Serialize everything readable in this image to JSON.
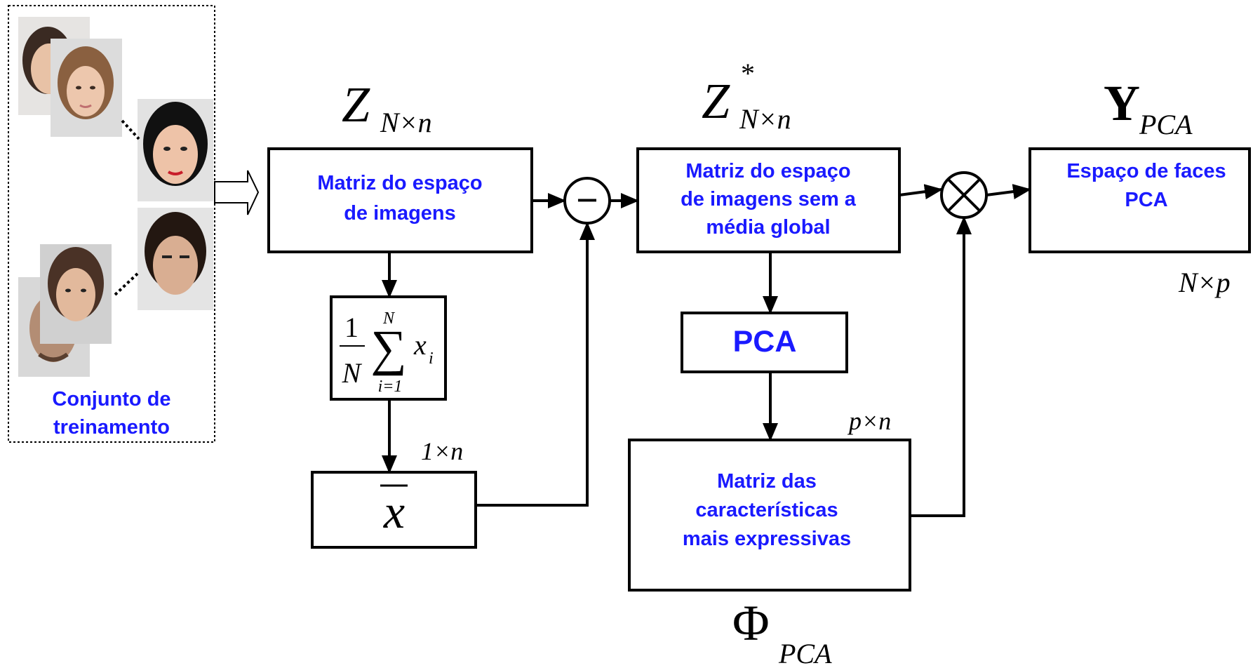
{
  "training_set": {
    "label_line1": "Conjunto de",
    "label_line2": "treinamento",
    "faces": [
      "face-photo",
      "face-photo",
      "face-photo",
      "face-photo",
      "face-photo",
      "face-photo"
    ]
  },
  "nodes": {
    "image_matrix": {
      "symbol": "Z",
      "subscript": "N×n",
      "label_line1": "Matriz do espaço",
      "label_line2": "de imagens"
    },
    "mean_formula": {
      "numerator": "1",
      "denominator": "N",
      "sum_top": "N",
      "sum_symbol": "∑",
      "sum_bottom": "i=1",
      "term": "x",
      "term_sub": "i"
    },
    "mean_vector": {
      "symbol": "x",
      "dims": "1×n"
    },
    "subtract_op": {
      "symbol": "−"
    },
    "centered_matrix": {
      "symbol": "Z",
      "superscript": "*",
      "subscript": "N×n",
      "label_line1": "Matriz do espaço",
      "label_line2": "de imagens sem a",
      "label_line3": "média global"
    },
    "pca": {
      "label": "PCA"
    },
    "features_matrix": {
      "dims": "p×n",
      "label_line1": "Matriz das",
      "label_line2": "características",
      "label_line3": "mais expressivas",
      "symbol": "Φ",
      "subscript": "PCA"
    },
    "multiply_op": {
      "symbol": "⊗"
    },
    "face_space": {
      "symbol": "Y",
      "subscript": "PCA",
      "label_line1": "Espaço de faces",
      "label_line2": "PCA",
      "dims": "N×p"
    }
  },
  "colors": {
    "label": "#1a1aff",
    "line": "#000000",
    "background": "#ffffff"
  }
}
